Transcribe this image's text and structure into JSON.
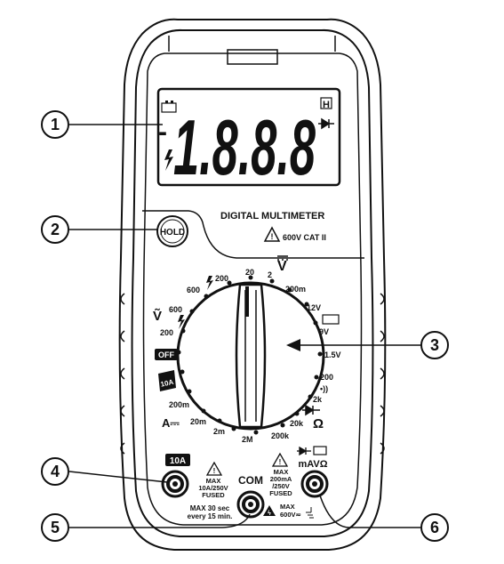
{
  "display": {
    "digits": "1.8.8.8",
    "minus_sign": "-",
    "hold_indicator": "H"
  },
  "panel": {
    "title": "DIGITAL MULTIMETER",
    "cat_rating": "600V CAT II",
    "hold_button_label": "HOLD"
  },
  "dial": {
    "volt_ac_symbol": "Ṽ",
    "volt_dc_symbol": "V",
    "ohm_symbol": "Ω",
    "amp_dc_symbol": "A⎓",
    "labels": {
      "v_dc_20": "20",
      "v_dc_2": "2",
      "v_dc_200m": "200m",
      "v_dc_200": "200",
      "v_dc_600": "600",
      "battery_12v": "12V",
      "battery_9v": "9V",
      "battery_1_5v": "1.5V",
      "ohm_200": "200",
      "ohm_2k": "2k",
      "ohm_20k": "20k",
      "ohm_200k": "200k",
      "ohm_2m": "2M",
      "amp_2m": "2m",
      "amp_20m": "20m",
      "amp_200m": "200m",
      "amp_10a": "10A",
      "off": "OFF",
      "v_ac_200": "200",
      "v_ac_600": "600"
    }
  },
  "jacks": {
    "amp_jack_label": "10A",
    "amp_jack_warning": [
      "MAX",
      "10A/250V",
      "FUSED"
    ],
    "amp_jack_duty": [
      "MAX 30 sec",
      "every 15 min."
    ],
    "com_label": "COM",
    "mavo_label": "mAVΩ",
    "mavo_warning": [
      "MAX",
      "200mA",
      "/250V",
      "FUSED"
    ],
    "mavo_max_volts": [
      "MAX",
      "600V≂"
    ]
  },
  "callouts": [
    "1",
    "2",
    "3",
    "4",
    "5",
    "6"
  ]
}
